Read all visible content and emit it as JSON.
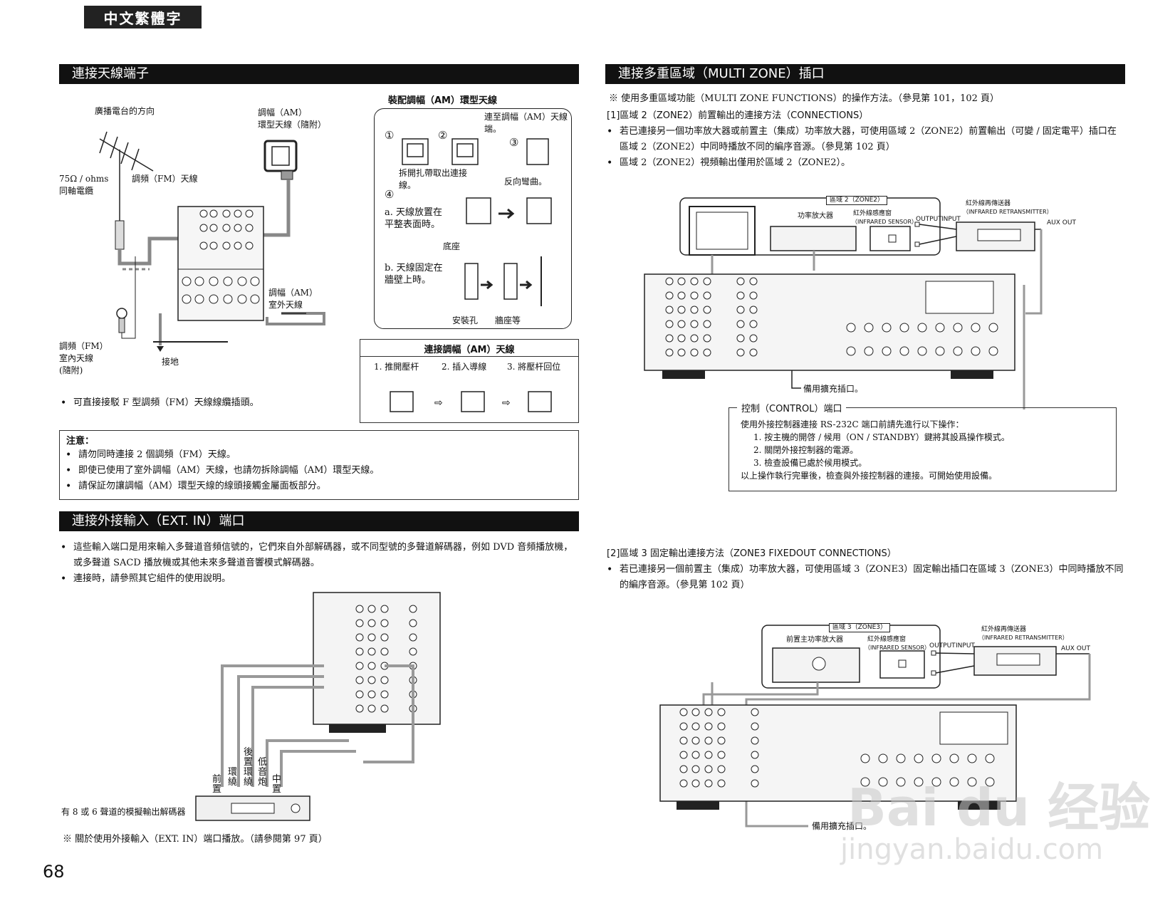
{
  "page": {
    "language_tab": "中文繁體字",
    "page_number": "68"
  },
  "antenna": {
    "title": "連接天線端子",
    "label_broadcast_direction": "廣播電台的方向",
    "label_coax": "75Ω / ohms\n同軸電纜",
    "label_fm_antenna": "調頻（FM）天線",
    "label_am_loop": "調幅（AM）\n環型天線（隨附）",
    "label_am_outdoor": "調幅（AM）\n室外天線",
    "label_fm_indoor": "調頻（FM）\n室內天線\n(隨附)",
    "label_ground": "接地",
    "bullet_f_type": "可直接接駁 F 型調頻（FM）天線線纜插頭。"
  },
  "am_assembly": {
    "title": "裝配調幅（AM）環型天線",
    "step_connect_to_terminal": "連至調幅（AM）天線端。",
    "step_remove_tie": "拆開扎帶取出連接線。",
    "step_bend_back": "反向彎曲。",
    "step_a": "a. 天線放置在平整表面時。",
    "label_base": "底座",
    "step_b": "b. 天線固定在牆壁上時。",
    "label_mount_hole": "安裝孔",
    "label_wall": "牆座等",
    "num1": "①",
    "num2": "②",
    "num3": "③",
    "num4": "④"
  },
  "am_connect": {
    "title": "連接調幅（AM）天線",
    "step1": "1. 推開壓杆",
    "step2": "2. 插入導線",
    "step3": "3. 將壓杆回位"
  },
  "notes": {
    "title": "注意：",
    "items": [
      "請勿同時連接 2 個調頻（FM）天線。",
      "即使已使用了室外調幅（AM）天線，也請勿拆除調幅（AM）環型天線。",
      "請保証勿讓調幅（AM）環型天線的線頭接觸金屬面板部分。"
    ]
  },
  "ext_in": {
    "title": "連接外接輸入（EXT. IN）端口",
    "items": [
      "這些輸入端口是用來輸入多聲道音頻信號的，它們來自外部解碼器，或不同型號的多聲道解碼器，例如 DVD 音頻播放機，或多聲道 SACD 播放機或其他未來多聲道音響模式解碼器。",
      "連接時，請參照其它組件的使用說明。"
    ],
    "channel_labels": [
      "前置",
      "環繞",
      "後置環繞",
      "低音炮",
      "中置"
    ],
    "decoder_label": "有 8 或 6 聲道的模擬輸出解碼器",
    "footnote": "※ 關於使用外接輸入（EXT. IN）端口播放。（請參閱第 97 頁）"
  },
  "multizone": {
    "title": "連接多重區域（MULTI ZONE）插口",
    "ref_note": "※ 使用多重區域功能（MULTI ZONE FUNCTIONS）的操作方法。（參見第 101，102 頁）",
    "zone2_heading": "[1]區域 2（ZONE2）前置輸出的連接方法（CONNECTIONS）",
    "zone2_items": [
      "若已連接另一個功率放大器或前置主（集成）功率放大器，可使用區域 2（ZONE2）前置輸出（可變 / 固定電平）插口在區域 2（ZONE2）中同時播放不同的編序音源。（參見第 102 頁）",
      "區域 2（ZONE2）視頻輸出僅用於區域 2（ZONE2）。"
    ],
    "zone2_diagram": {
      "zone_label": "區域 2（ZONE2）",
      "amp_label": "功率放大器",
      "ir_sensor": "紅外線感應窗",
      "ir_sensor_en": "（INFRARED SENSOR）",
      "output": "OUTPUT",
      "input": "INPUT",
      "retransmitter": "紅外線再傳送器",
      "retransmitter_en": "（INFRARED RETRANSMITTER）",
      "aux_out": "AUX OUT",
      "spare_jack": "備用擴充插口。"
    },
    "control": {
      "title": "控制（CONTROL）端口",
      "intro": "使用外接控制器連接 RS-232C 端口前請先進行以下操作：",
      "steps": [
        "1. 按主機的開啓 / 候用（ON / STANDBY）鍵將其設爲操作模式。",
        "2. 關閉外接控制器的電源。",
        "3. 檢查設備已處於候用模式。"
      ],
      "outro": "以上操作執行完畢後，檢查與外接控制器的連接。可開始使用設備。"
    },
    "zone3_heading": "[2]區域 3 固定輸出連接方法（ZONE3 FIXEDOUT CONNECTIONS）",
    "zone3_items": [
      "若已連接另一個前置主（集成）功率放大器，可使用區域 3（ZONE3）固定輸出插口在區域 3（ZONE3）中同時播放不同的編序音源。（參見第 102 頁）"
    ],
    "zone3_diagram": {
      "zone_label": "區域 3（ZONE3）",
      "amp_label": "前置主功率放大器",
      "ir_sensor": "紅外線感應窗",
      "ir_sensor_en": "（INFRARED SENSOR）",
      "output": "OUTPUT",
      "input": "INPUT",
      "retransmitter": "紅外線再傳送器",
      "retransmitter_en": "（INFRARED RETRANSMITTER）",
      "aux_out": "AUX OUT",
      "spare_jack": "備用擴充插口。"
    }
  },
  "watermark": {
    "line1": "Bai du 经验",
    "line2": "jingyan.baidu.com"
  }
}
